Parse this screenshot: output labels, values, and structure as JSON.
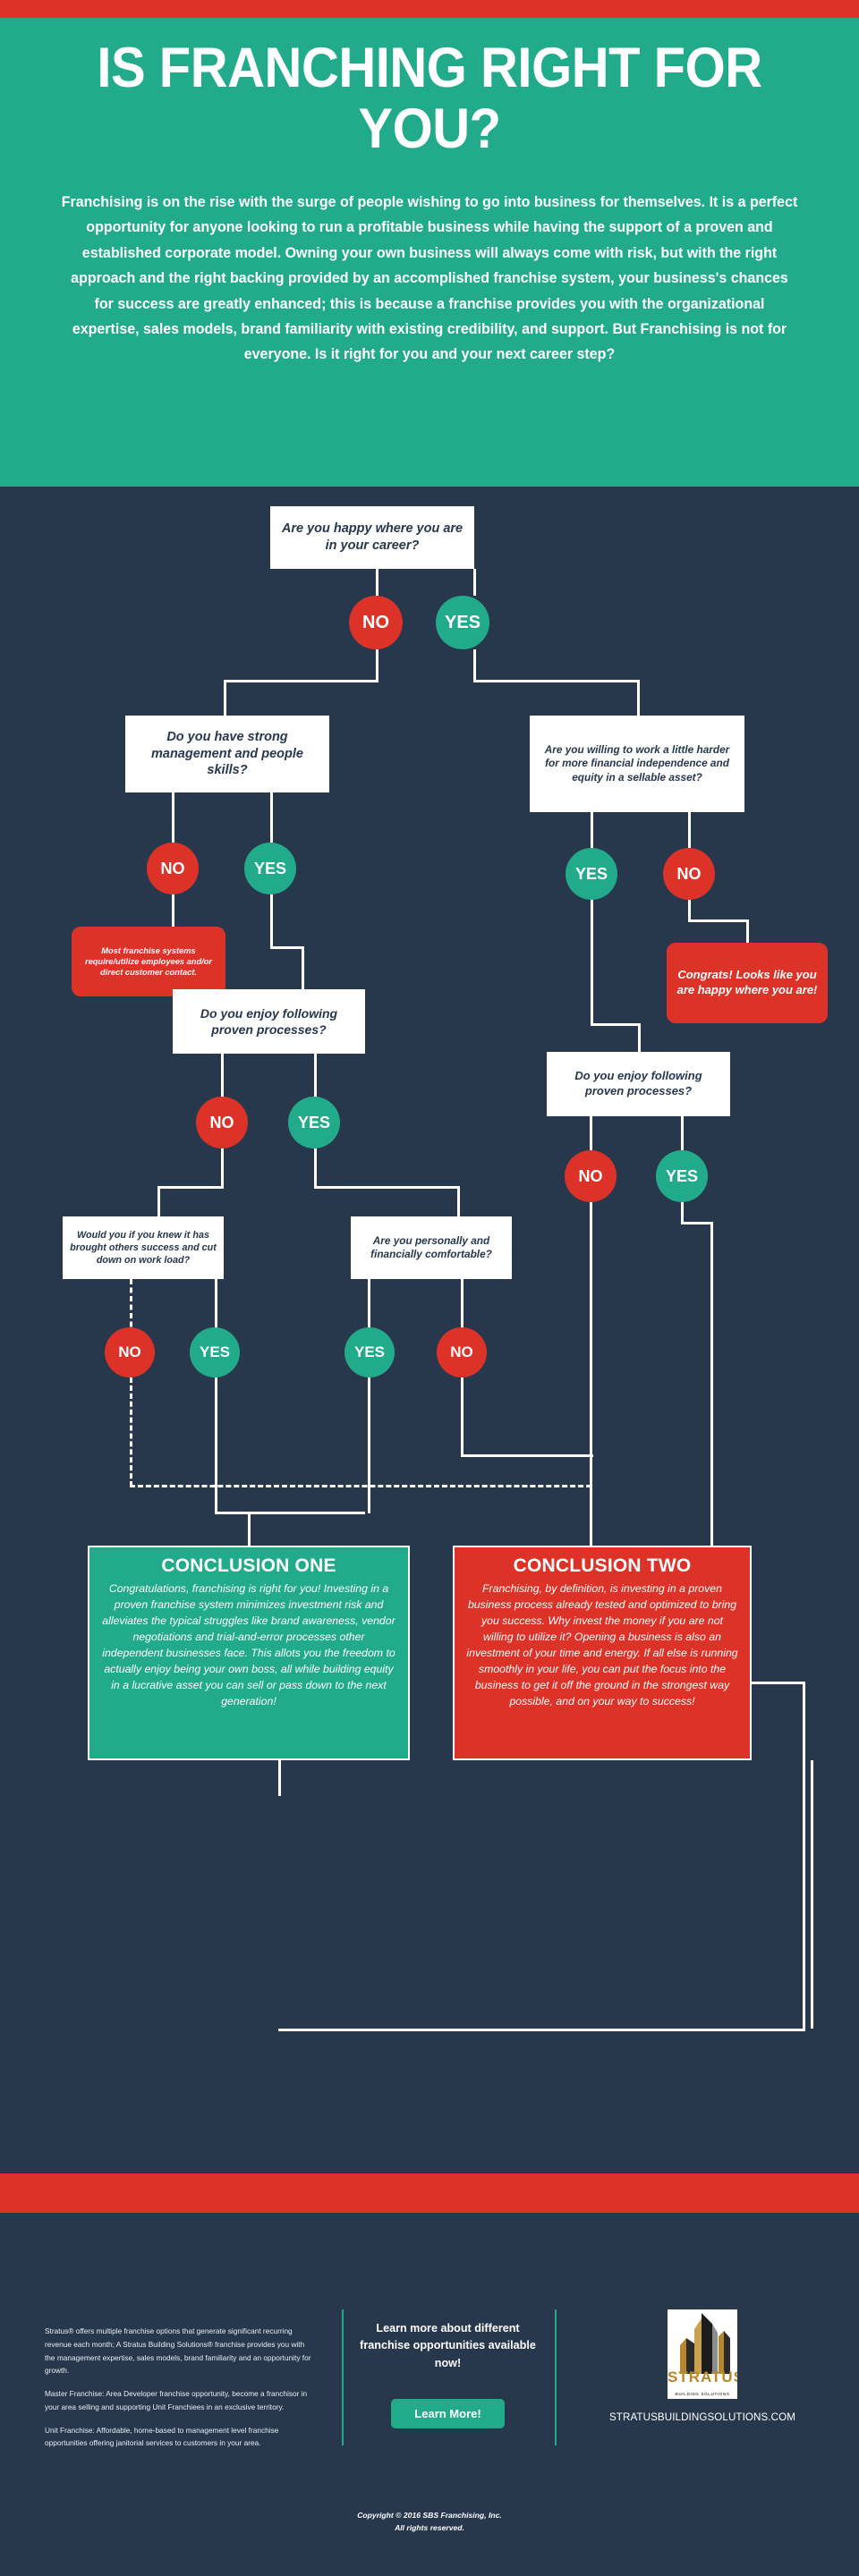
{
  "colors": {
    "red": "#dc3228",
    "green": "#22ab8b",
    "navy": "#27384d",
    "white": "#ffffff",
    "gold": "#b8862b"
  },
  "hero": {
    "title": "IS FRANCHING RIGHT FOR YOU?",
    "body": "Franchising is on the rise with the surge of people wishing to go into business for themselves. It is a perfect opportunity for anyone looking to run a profitable business while having the support of a proven and established corporate model. Owning your own business will always come with risk, but with the right approach and the right backing provided by an accomplished franchise system, your business's chances for success are greatly enhanced; this is because a franchise provides you with the organizational expertise, sales models, brand familiarity with existing credibility, and support. But Franchising is not for everyone. Is it right for you and your next career step?"
  },
  "flow": {
    "q1": "Are you happy where you are in your career?",
    "q2_left": "Do you have strong management and people skills?",
    "q2_right": "Are you willing to work a little harder for more financial independence and equity in a sellable asset?",
    "q3_left": "Do you enjoy following proven processes?",
    "q3_right": "Do you enjoy following proven processes?",
    "q4_left": "Would you if you knew it has brought others success and cut down on work load?",
    "q4_right": "Are you personally and financially comfortable?",
    "note_left": "Most franchise systems require/utilize employees and/or direct customer contact.",
    "note_right": "Congrats! Looks like you are happy where you are!",
    "yes": "YES",
    "no": "NO"
  },
  "conclusions": {
    "one_title": "CONCLUSION ONE",
    "one_body": "Congratulations, franchising is right for you! Investing in a proven franchise system minimizes investment risk and alleviates the typical struggles like brand awareness, vendor negotiations and trial-and-error processes other independent businesses face. This allots you the freedom to actually enjoy being your own boss, all while building equity in a lucrative asset you can sell or pass down to the next generation!",
    "two_title": "CONCLUSION TWO",
    "two_body": "Franchising, by definition, is investing in a proven business process already tested and optimized to bring you success. Why invest the money if you are not willing to utilize it? Opening a business is also an investment of your time and energy. If all else is running smoothly in your life, you can put the focus into the business to get it off the ground in the strongest way possible, and on your way to success!"
  },
  "footer": {
    "para1": "Stratus® offers multiple franchise options that generate significant recurring revenue each month; A Stratus Building Solutions® franchise provides you with the management expertise, sales models, brand familiarity and an opportunity for growth.",
    "para2": "Master Franchise: Area Developer franchise opportunity, become a franchisor in your area selling and supporting Unit Franchiees in an exclusive territory.",
    "para3": "Unit Franchise: Affordable, home-based to management level franchise opportunities offering janitorial services to customers in your area.",
    "cta_text": "Learn more about different franchise opportunities available now!",
    "cta_button": "Learn More!",
    "logo_word": "STRATUS",
    "logo_sub": "BUILDING SOLUTIONS",
    "url": "STRATUSBUILDINGSOLUTIONS.COM",
    "copyright_line1": "Copyright © 2016 SBS Franchising, Inc.",
    "copyright_line2": "All rights reserved."
  }
}
